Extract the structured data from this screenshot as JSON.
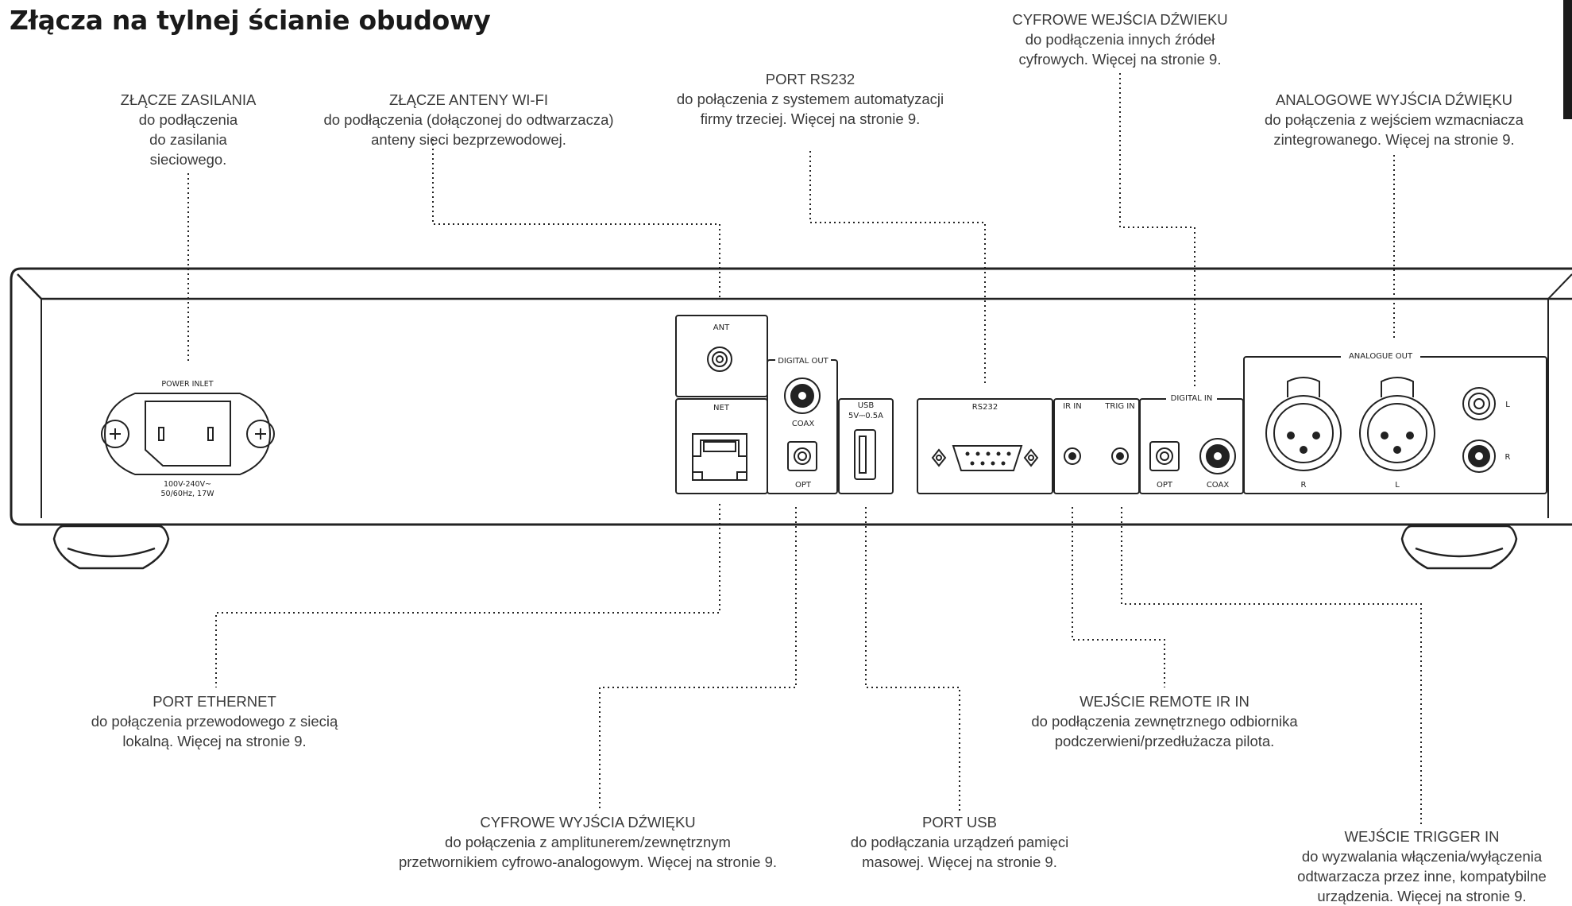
{
  "title": "Złącza na tylnej ścianie obudowy",
  "callouts": {
    "power": {
      "head": "ZŁĄCZE ZASILANIA",
      "body": "do podłączenia\ndo zasilania\nsieciowego."
    },
    "antenna": {
      "head": "ZŁĄCZE ANTENY WI-FI",
      "body": "do podłączenia (dołączonej do odtwarzacza)\nanteny sieci bezprzewodowej."
    },
    "rs232": {
      "head": "PORT RS232",
      "body": "do połączenia z systemem automatyzacji\nfirmy trzeciej. Więcej na stronie 9."
    },
    "digital_in": {
      "head": "CYFROWE WEJŚCIA DŹWIEKU",
      "body": "do podłączenia innych źródeł\ncyfrowych. Więcej na stronie 9."
    },
    "analogue_out": {
      "head": "ANALOGOWE WYJŚCIA DŹWIĘKU",
      "body": "do połączenia z wejściem wzmacniacza\nzintegrowanego. Więcej na stronie 9."
    },
    "ethernet": {
      "head": "PORT ETHERNET",
      "body": "do połączenia przewodowego z siecią\nlokalną. Więcej na stronie 9."
    },
    "ir_in": {
      "head": "WEJŚCIE REMOTE IR IN",
      "body": "do podłączenia zewnętrznego odbiornika\npodczerwieni/przedłużacza pilota."
    },
    "digital_out": {
      "head": "CYFROWE WYJŚCIA DŹWIĘKU",
      "body": "do połączenia z amplitunerem/zewnętrznym\nprzetwornikiem cyfrowo-analogowym. Więcej na stronie 9."
    },
    "usb": {
      "head": "PORT USB",
      "body": "do podłączania urządzeń pamięci\nmasowej. Więcej na stronie 9."
    },
    "trigger": {
      "head": "WEJŚCIE TRIGGER IN",
      "body": "do wyzwalania włączenia/wyłączenia\nodtwarzacza przez inne, kompatybilne\nurządzenia. Więcej na stronie 9."
    }
  },
  "panel_labels": {
    "power_inlet": "POWER INLET",
    "power_rating_1": "100V-240V~",
    "power_rating_2": "50/60Hz, 17W",
    "ant": "ANT",
    "net": "NET",
    "digital_out": "DIGITAL OUT",
    "coax": "COAX",
    "opt": "OPT",
    "usb": "USB",
    "usb_rating": "5V⎓0.5A",
    "rs232": "RS232",
    "ir_in": "IR IN",
    "trig_in": "TRIG IN",
    "digital_in": "DIGITAL IN",
    "analogue_out": "ANALOGUE OUT",
    "r": "R",
    "l": "L"
  },
  "colors": {
    "line": "#333333",
    "text": "#3a3a3a",
    "title": "#1a1a1a"
  }
}
